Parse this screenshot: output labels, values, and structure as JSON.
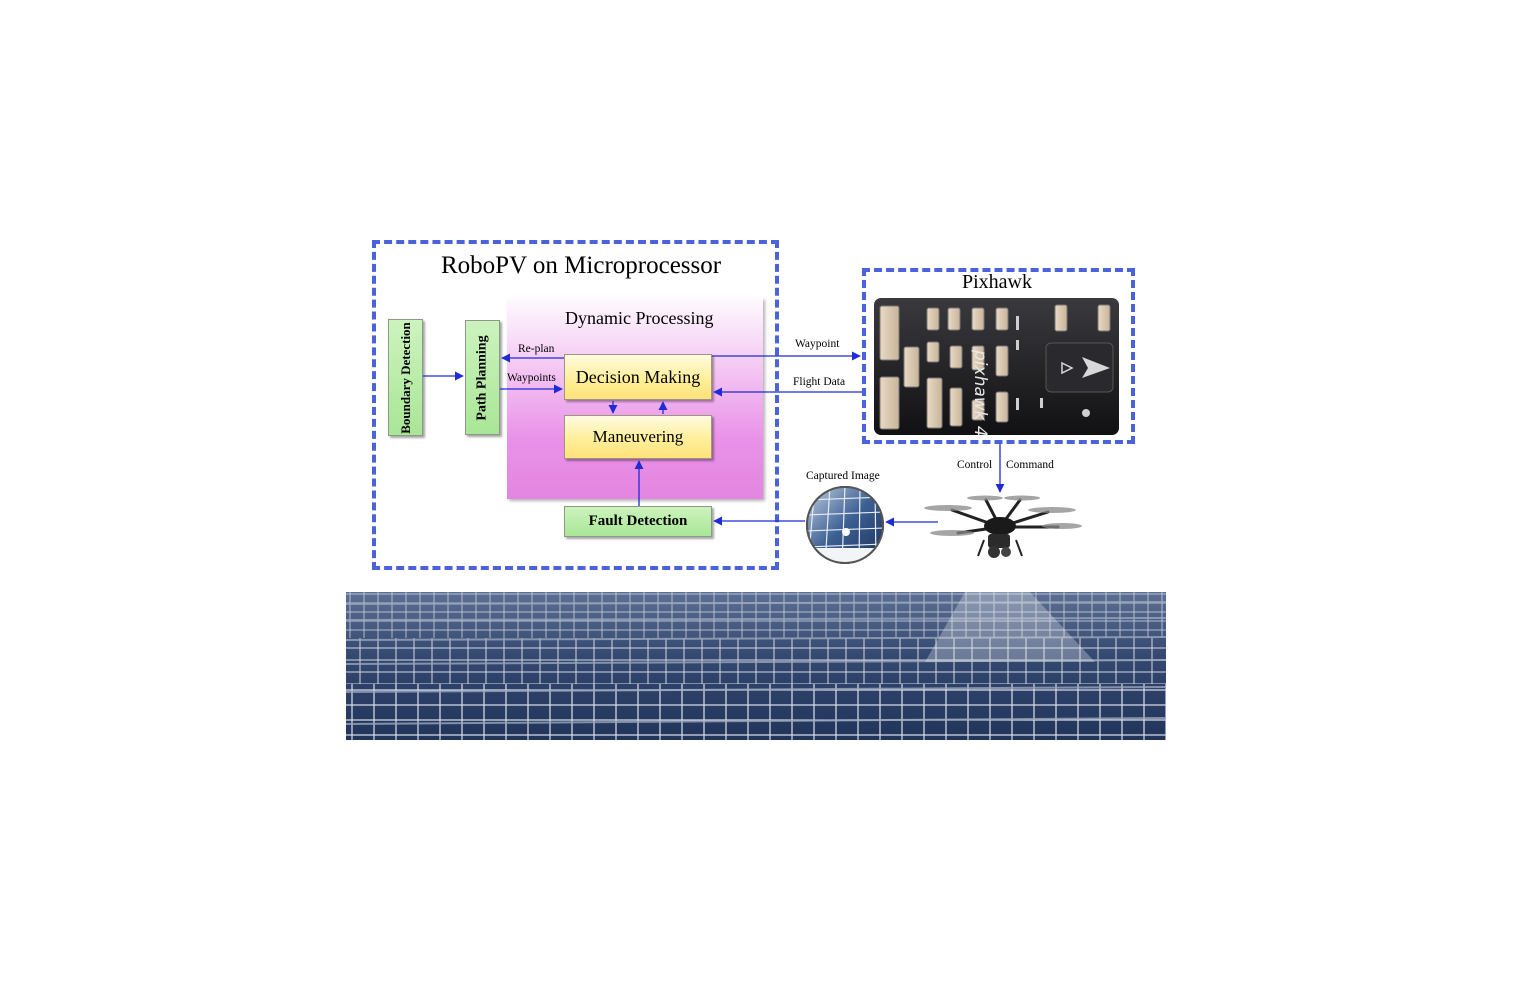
{
  "main_title": "RoboPV on Microprocessor",
  "pixhawk_title": "Pixhawk",
  "pixhawk_logo": "pixhawk 4",
  "dynamic_processing": "Dynamic Processing",
  "blocks": {
    "boundary_detection": "Boundary Detection",
    "path_planning": "Path Planning",
    "decision_making": "Decision Making",
    "maneuvering": "Maneuvering",
    "fault_detection": "Fault Detection"
  },
  "arrow_labels": {
    "re_plan": "Re-plan",
    "waypoints": "Waypoints",
    "waypoint": "Waypoint",
    "flight_data": "Flight Data",
    "control": "Control",
    "command": "Command",
    "captured_image": "Captured Image"
  },
  "colors": {
    "frame_dash": "#4a63dc",
    "arrow": "#1f2bd6",
    "green_block": "#b9ecaa",
    "yellow_block": "#ffef9a",
    "dynamic_bg": "#e992e8"
  }
}
